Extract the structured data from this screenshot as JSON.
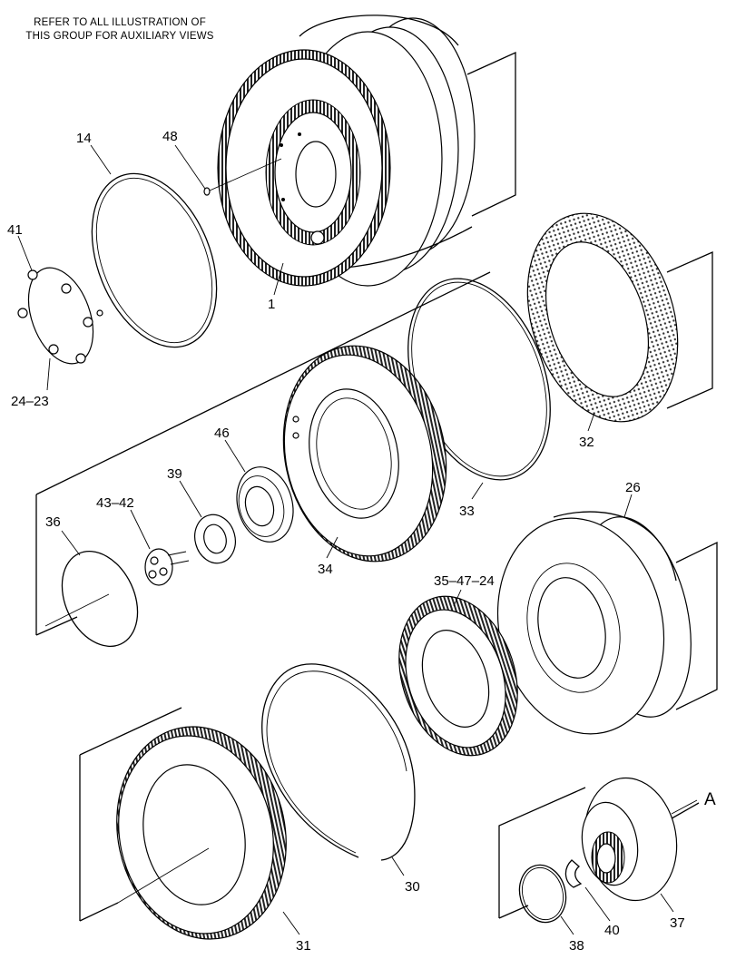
{
  "note": {
    "line1": "REFER TO ALL ILLUSTRATION OF",
    "line2": "THIS GROUP FOR AUXILIARY VIEWS"
  },
  "callouts": {
    "p1": "1",
    "p14": "14",
    "p48": "48",
    "p41": "41",
    "p24_23": "24–23",
    "p32": "32",
    "p33": "33",
    "p34": "34",
    "p46": "46",
    "p39": "39",
    "p43_42": "43–42",
    "p36": "36",
    "p26": "26",
    "p35_47_24": "35–47–24",
    "p30": "30",
    "p31": "31",
    "pA": "A",
    "p38": "38",
    "p40": "40",
    "p37": "37"
  }
}
